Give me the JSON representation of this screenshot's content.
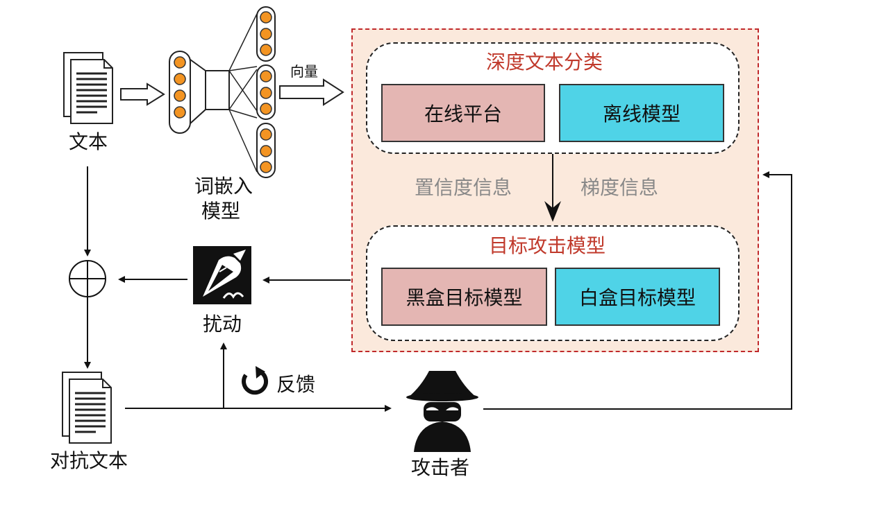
{
  "text_doc_label": "文本",
  "embedding_model_label_line1": "词嵌入",
  "embedding_model_label_line2": "模型",
  "vector_label": "向量",
  "classification_section": {
    "title": "深度文本分类",
    "online_platform": "在线平台",
    "offline_model": "离线模型"
  },
  "confidence_info": "置信度信息",
  "gradient_info": "梯度信息",
  "target_section": {
    "title": "目标攻击模型",
    "blackbox_model": "黑盒目标模型",
    "whitebox_model": "白盒目标模型"
  },
  "perturbation_label": "扰动",
  "feedback_label": "反馈",
  "adversarial_text_label": "对抗文本",
  "attacker_label": "攻击者",
  "colors": {
    "outer_fill": "#fbe9dc",
    "outer_border": "#c0292b",
    "pink_card": "#e4b6b3",
    "cyan_card": "#4fd3e7",
    "neuron": "#f39422",
    "title_red": "#c0392b",
    "info_gray": "#888888"
  }
}
